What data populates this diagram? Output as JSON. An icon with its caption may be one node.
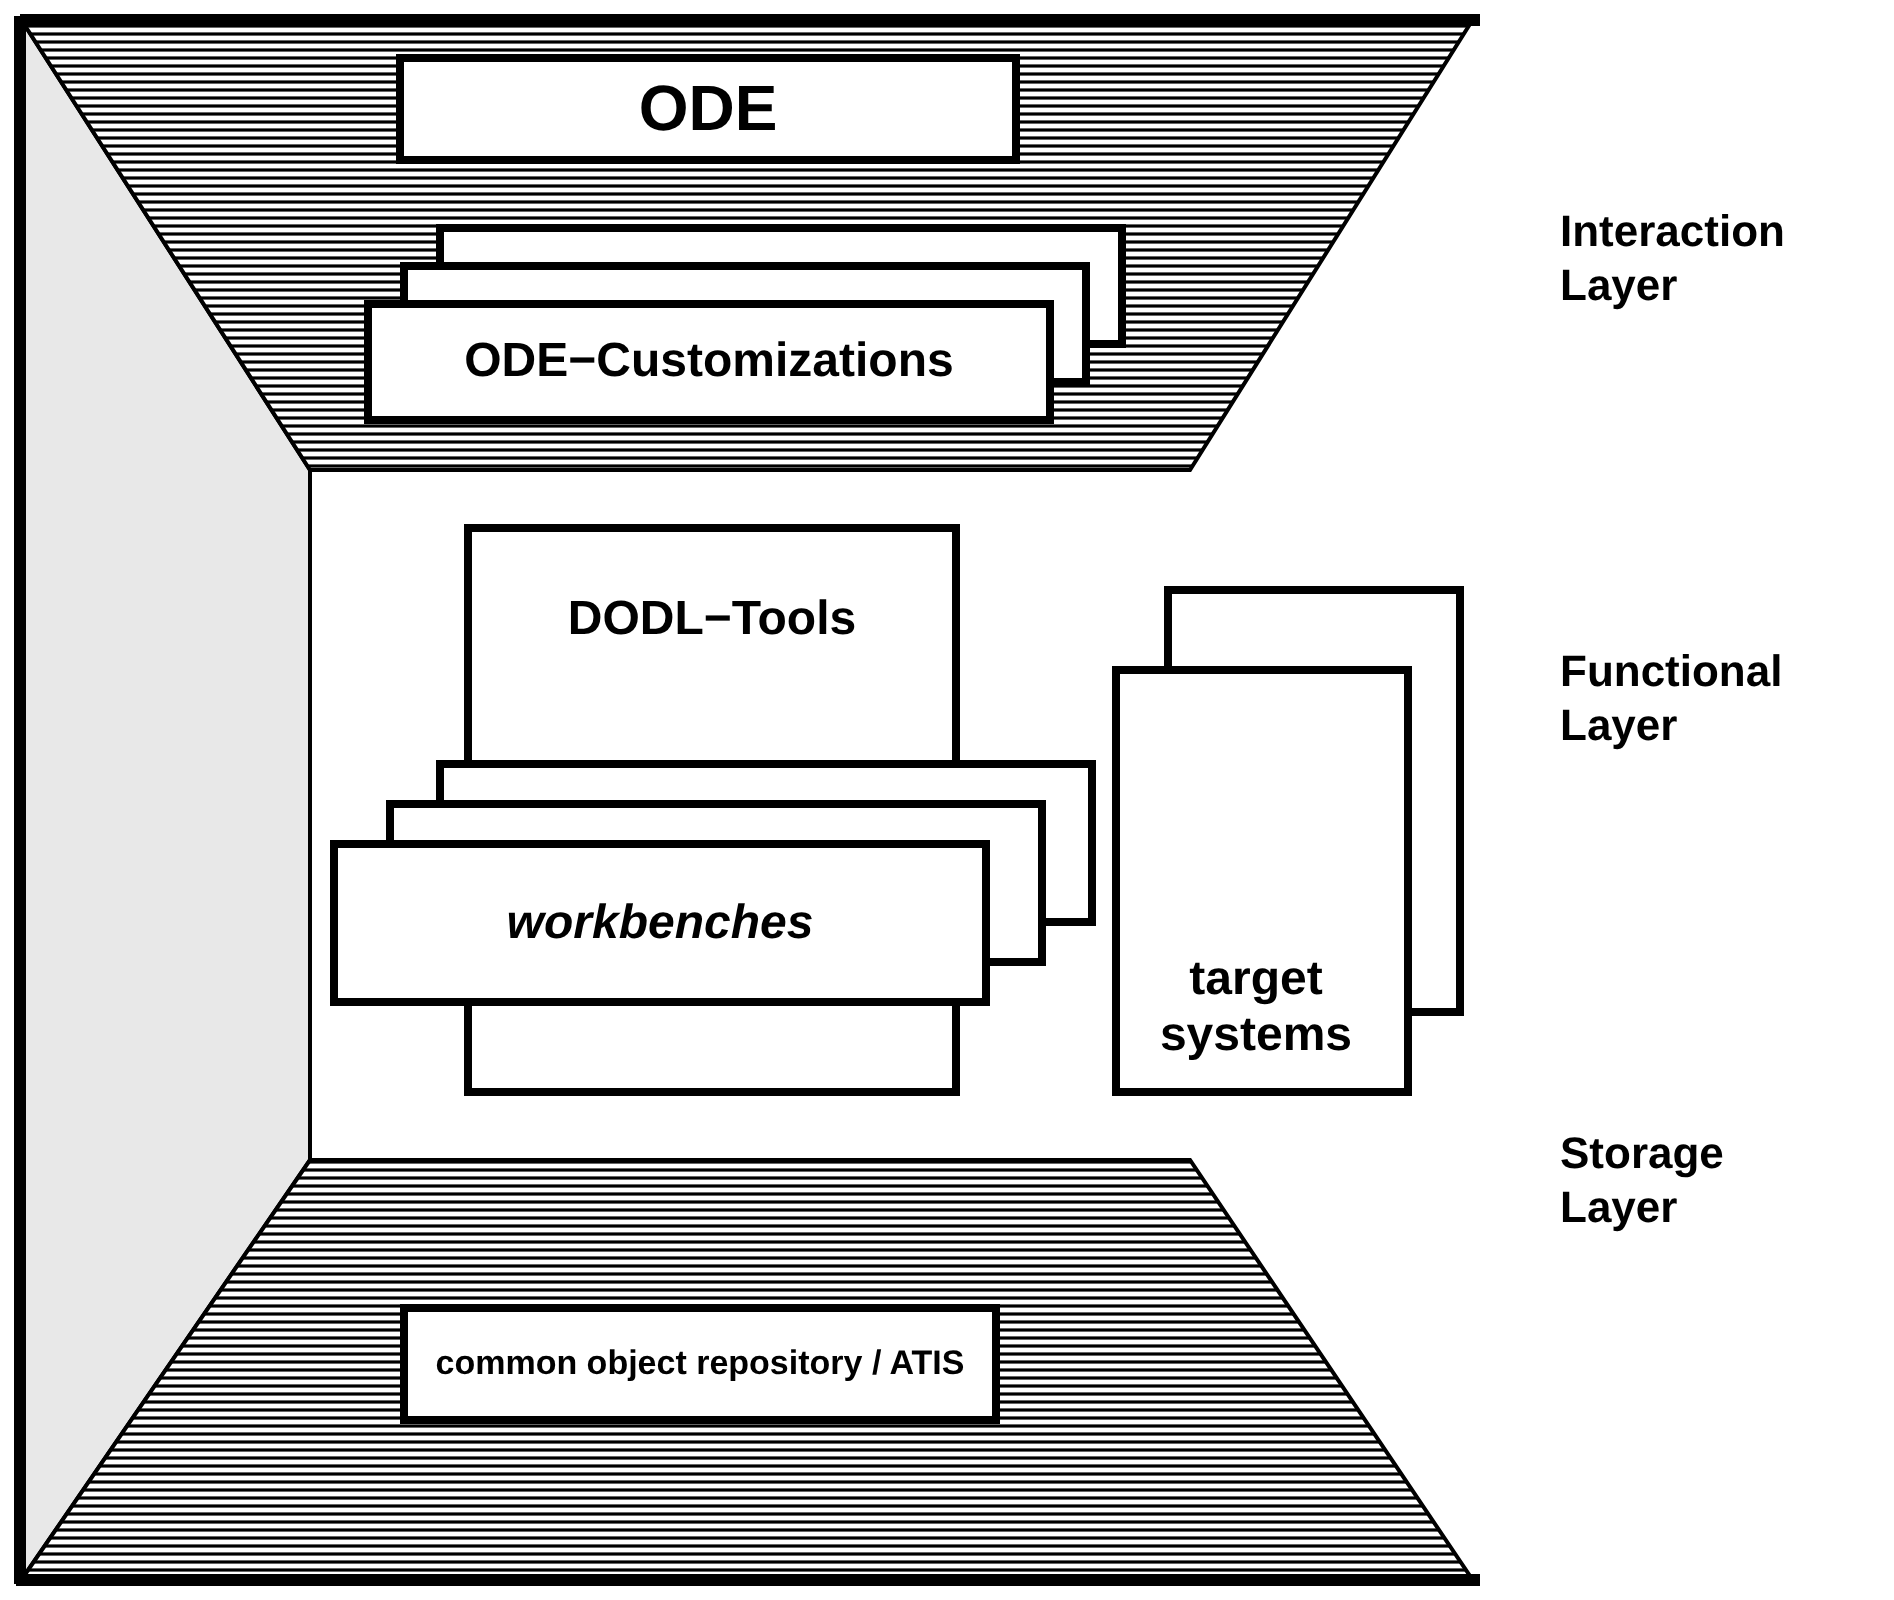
{
  "diagram": {
    "nodes": [
      {
        "text": [],
        "shape": "trapezoid"
      },
      {
        "text": [
          "ODE"
        ],
        "in": 0
      },
      {
        "text": [
          "ODE−Customizations"
        ],
        "in": 0
      },
      {
        "text": [
          "DODL−Tools"
        ]
      },
      {
        "text": [
          "workbenches"
        ]
      },
      {
        "text": [
          "target systems"
        ]
      },
      {
        "text": [],
        "shape": "trapezoid"
      },
      {
        "text": [
          "common object repository / ATIS"
        ],
        "in": 6
      }
    ],
    "labels": [
      "Interaction Layer",
      "Functional Layer",
      "Storage Layer"
    ]
  }
}
